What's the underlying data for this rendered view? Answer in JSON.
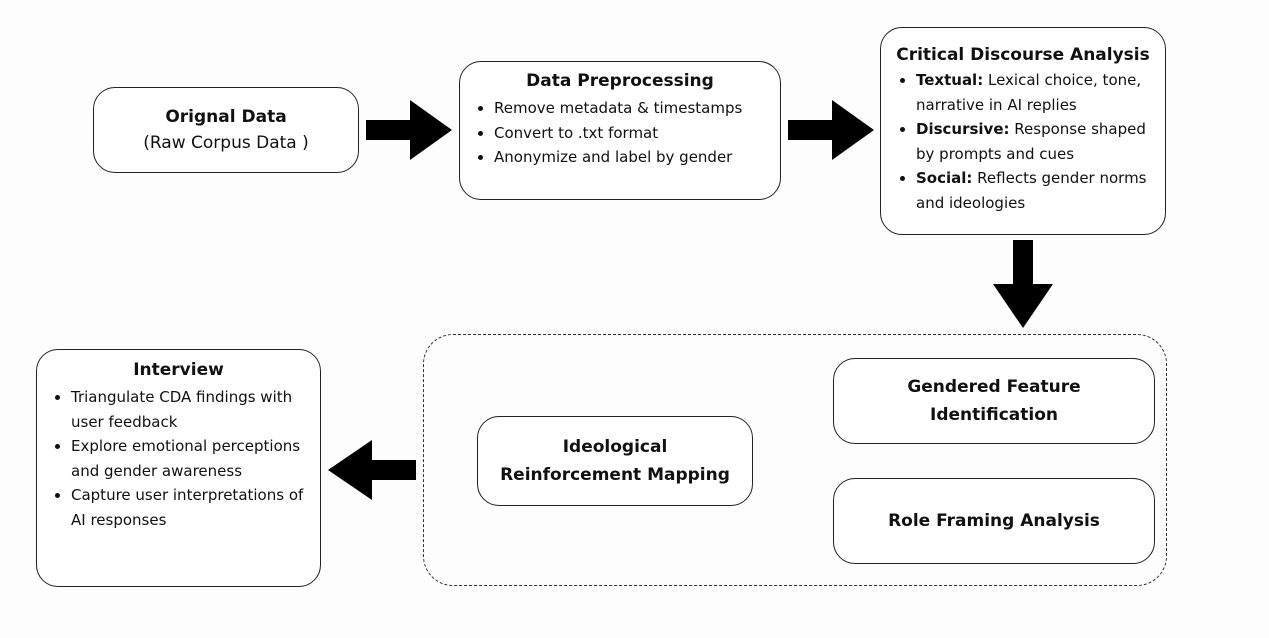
{
  "original_data": {
    "title": "Orignal Data",
    "subtitle": "(Raw Corpus Data )"
  },
  "preprocessing": {
    "title": "Data Preprocessing",
    "items": [
      "Remove metadata & timestamps",
      "Convert to .txt format",
      "Anonymize and label by gender"
    ]
  },
  "cda": {
    "title": "Critical Discourse Analysis",
    "items": [
      {
        "label": "Textual:",
        "text": " Lexical choice, tone, narrative in AI replies"
      },
      {
        "label": "Discursive:",
        "text": " Response shaped by prompts and cues"
      },
      {
        "label": "Social:",
        "text": " Reflects gender norms and ideologies"
      }
    ]
  },
  "analysis_group": {
    "ideological": "Ideological Reinforcement Mapping",
    "gendered": "Gendered Feature Identification",
    "role_framing": "Role Framing Analysis"
  },
  "interview": {
    "title": "Interview",
    "items": [
      "Triangulate CDA findings with user feedback",
      "Explore emotional perceptions and gender awareness",
      "Capture user interpretations of AI responses"
    ]
  },
  "colors": {
    "stroke": "#222222",
    "arrow": "#000000",
    "background": "#fdfdfd"
  }
}
